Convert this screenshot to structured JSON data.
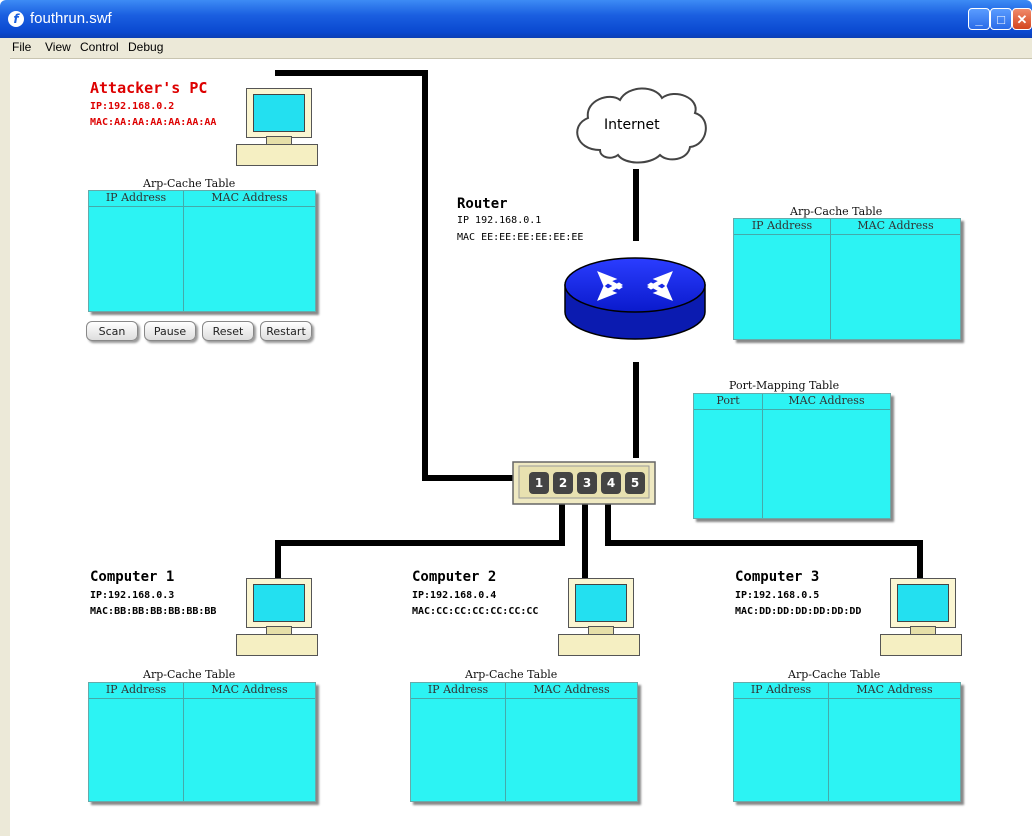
{
  "window": {
    "title": "fouthrun.swf",
    "min": "_",
    "max": "□",
    "close": "✕"
  },
  "menu": [
    "File",
    "View",
    "Control",
    "Debug"
  ],
  "attacker": {
    "title": "Attacker's PC",
    "ip": "IP:192.168.0.2",
    "mac": "MAC:AA:AA:AA:AA:AA:AA",
    "table_title": "Arp-Cache Table",
    "col1": "IP Address",
    "col2": "MAC Address",
    "buttons": [
      "Scan",
      "Pause",
      "Reset",
      "Restart"
    ]
  },
  "internet": {
    "label": "Internet"
  },
  "router": {
    "title": "Router",
    "ip": "IP 192.168.0.1",
    "mac": "MAC EE:EE:EE:EE:EE:EE",
    "table_title": "Arp-Cache Table",
    "col1": "IP Address",
    "col2": "MAC Address"
  },
  "switch": {
    "ports": [
      "1",
      "2",
      "3",
      "4",
      "5"
    ],
    "table_title": "Port-Mapping Table",
    "col1": "Port",
    "col2": "MAC Address"
  },
  "computers": [
    {
      "title": "Computer 1",
      "ip": "IP:192.168.0.3",
      "mac": "MAC:BB:BB:BB:BB:BB:BB",
      "table_title": "Arp-Cache Table",
      "col1": "IP Address",
      "col2": "MAC Address"
    },
    {
      "title": "Computer 2",
      "ip": "IP:192.168.0.4",
      "mac": "MAC:CC:CC:CC:CC:CC:CC",
      "table_title": "Arp-Cache Table",
      "col1": "IP Address",
      "col2": "MAC Address"
    },
    {
      "title": "Computer 3",
      "ip": "IP:192.168.0.5",
      "mac": "MAC:DD:DD:DD:DD:DD:DD",
      "table_title": "Arp-Cache Table",
      "col1": "IP Address",
      "col2": "MAC Address"
    }
  ],
  "colors": {
    "table_fill": "#2cf3f3",
    "attacker_text": "#dd0000",
    "router_blue": "#1a2cff",
    "titlebar": "#1a5fe0"
  }
}
